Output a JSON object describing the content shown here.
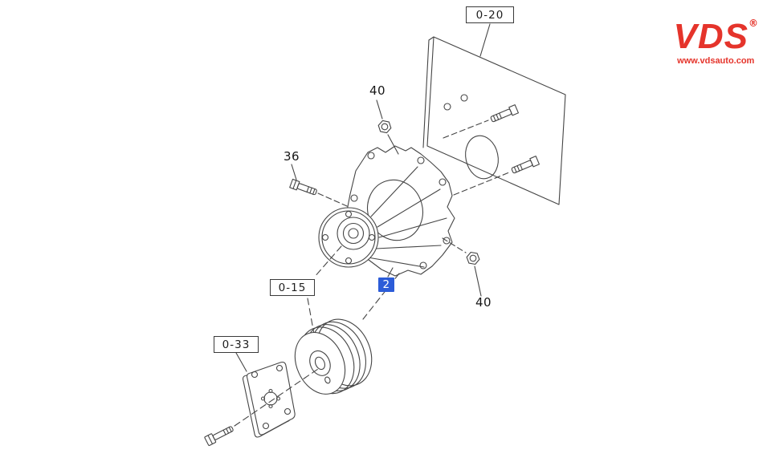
{
  "logo": {
    "brand": "VDS",
    "registered": "®",
    "website": "www.vdsauto.com",
    "color": "#e5342b"
  },
  "ref_boxes": {
    "plate": {
      "label": "0-20"
    },
    "pulley": {
      "label": "0-15"
    },
    "gasket": {
      "label": "0-33"
    }
  },
  "part_labels": {
    "nut_upper": {
      "label": "40"
    },
    "bolt_front": {
      "label": "36"
    },
    "water_pump": {
      "label": "2",
      "highlighted": true,
      "highlight_color": "#2c5cd8"
    },
    "nut_lower": {
      "label": "40"
    }
  }
}
